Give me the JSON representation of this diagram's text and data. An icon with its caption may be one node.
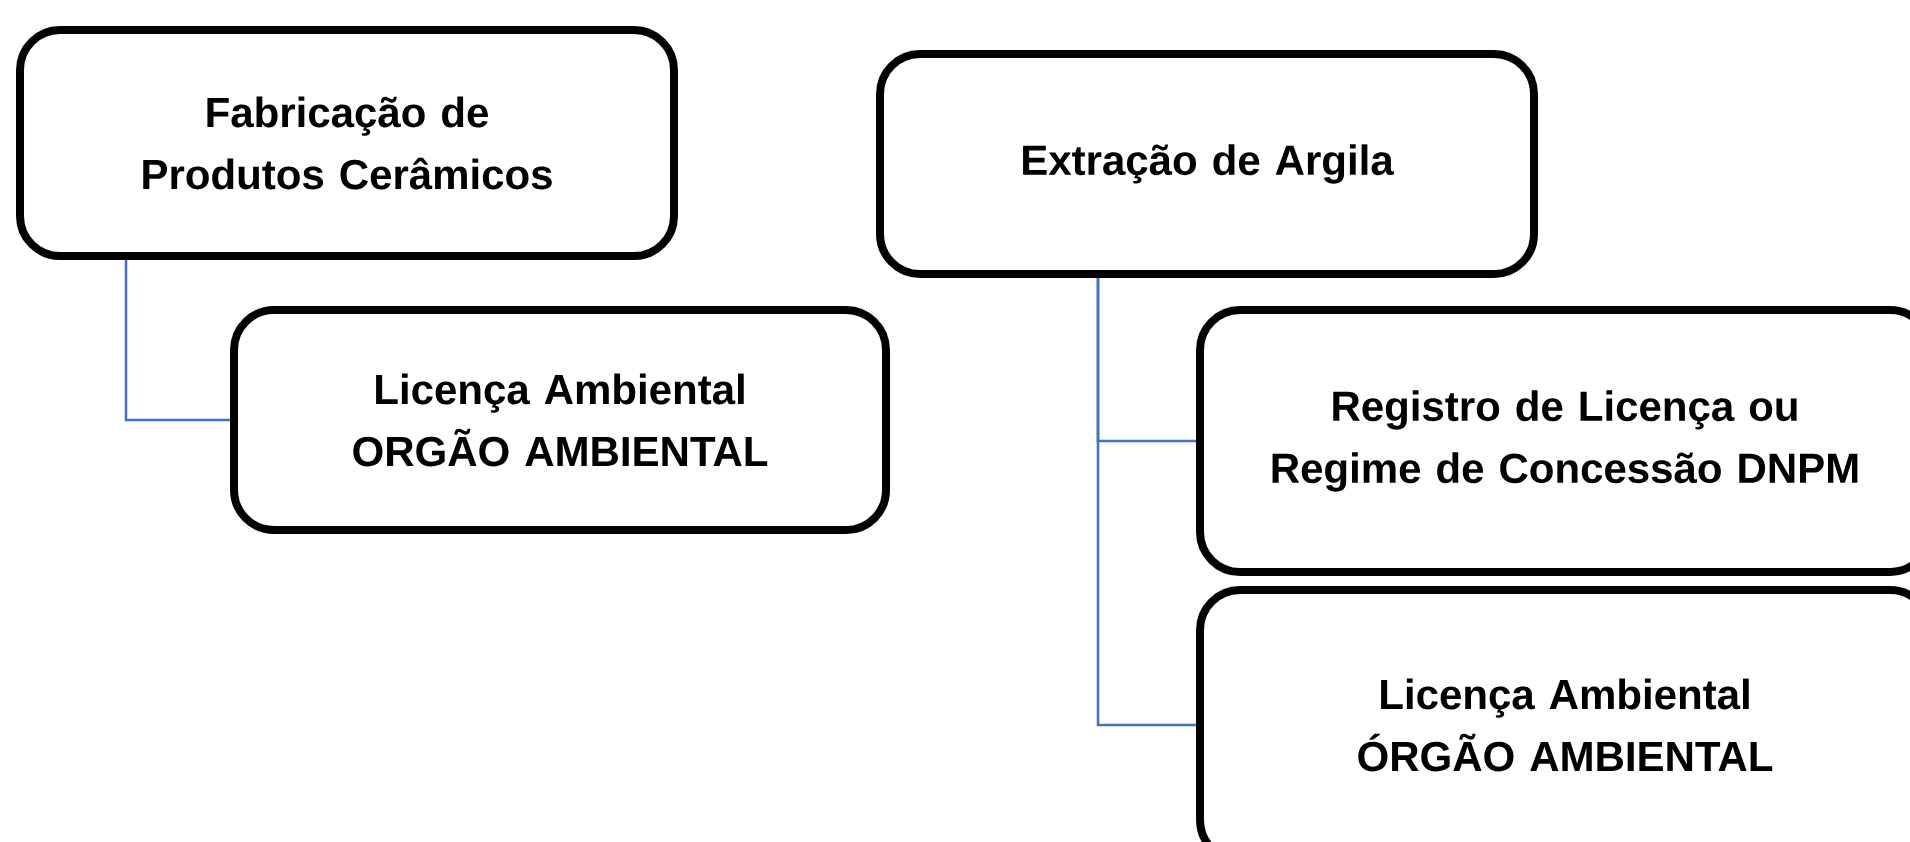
{
  "diagram": {
    "nodes": [
      {
        "text": [
          "Fabricação de Produtos Cerâmicos"
        ]
      },
      {
        "text": [
          "Licença Ambiental ORGÃO AMBIENTAL"
        ]
      },
      {
        "text": [
          "Extração de Argila"
        ]
      },
      {
        "text": [
          "Registro de Licença ou Regime de Concessão DNPM"
        ]
      },
      {
        "text": [
          "Licença Ambiental ÓRGÃO AMBIENTAL"
        ]
      }
    ],
    "edges": [
      {
        "from": 0,
        "to": 1,
        "arrow": "none"
      },
      {
        "from": 2,
        "to": 3,
        "arrow": "none"
      },
      {
        "from": 2,
        "to": 4,
        "arrow": "none"
      }
    ]
  }
}
